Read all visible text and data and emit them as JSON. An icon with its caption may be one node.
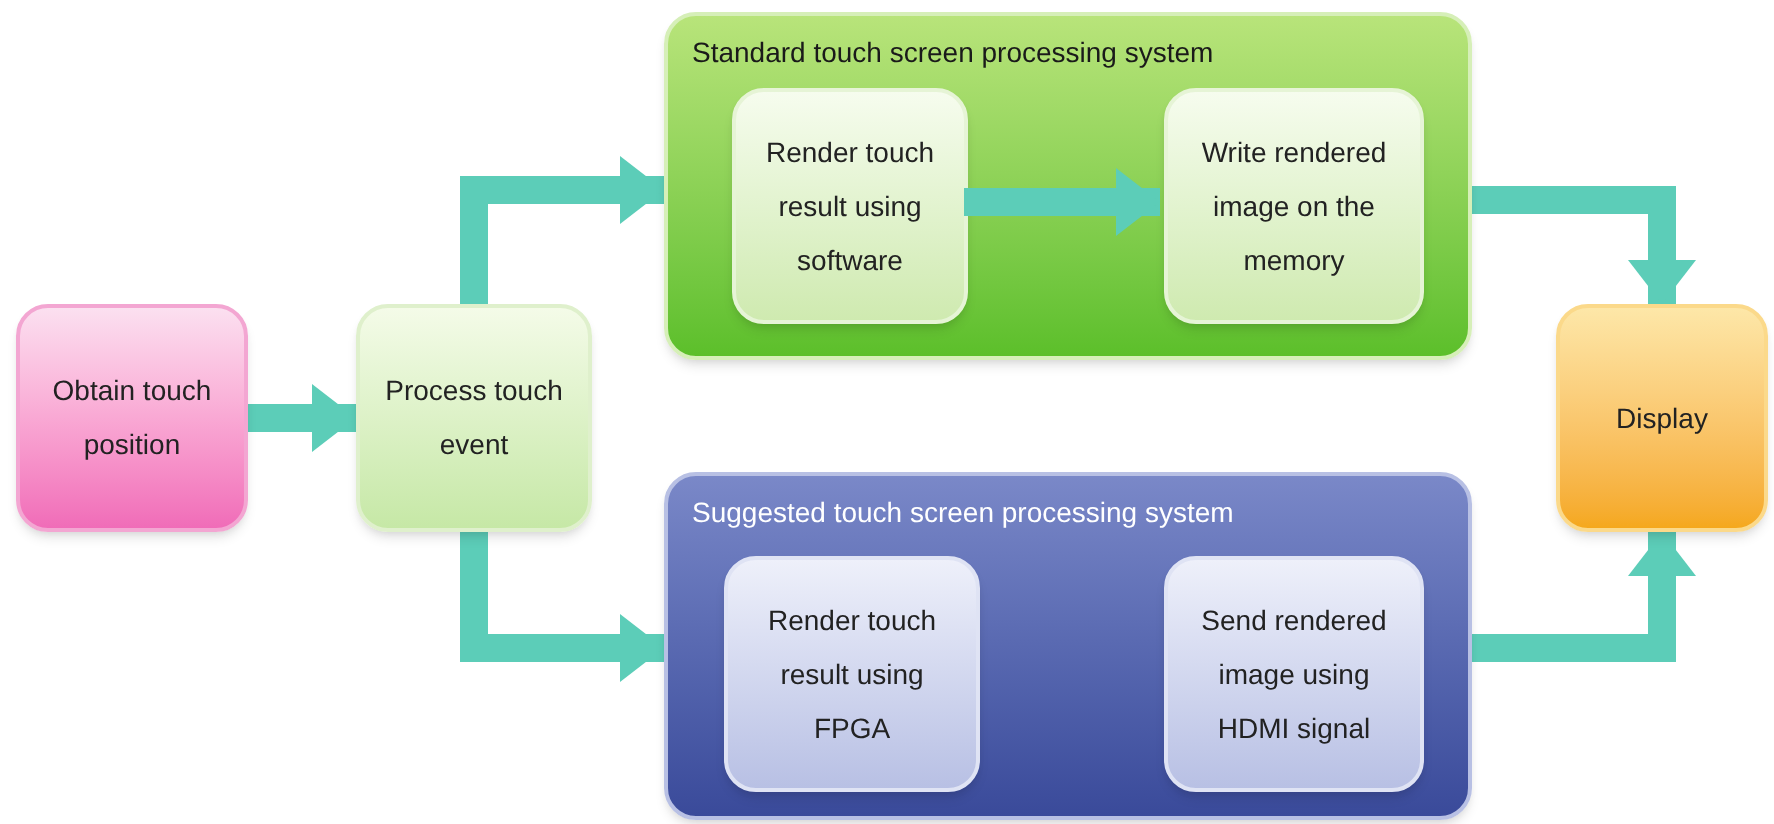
{
  "diagram": {
    "nodes": [
      {
        "text": [
          "Obtain touch position"
        ]
      },
      {
        "text": [
          "Process touch event"
        ]
      },
      {
        "text": [
          "Standard touch screen processing system"
        ]
      },
      {
        "text": [
          "Render touch result using software"
        ],
        "in": 2
      },
      {
        "text": [
          "Write rendered image on the memory"
        ],
        "in": 2
      },
      {
        "text": [
          "Suggested touch screen processing system"
        ]
      },
      {
        "text": [
          "Render touch result using FPGA"
        ],
        "in": 5
      },
      {
        "text": [
          "Send rendered image using HDMI signal"
        ],
        "in": 5
      },
      {
        "text": [
          "Display"
        ]
      }
    ],
    "edges": [
      {
        "from": 0,
        "to": 1,
        "arrow": "to"
      },
      {
        "from": 1,
        "to": 2,
        "arrow": "to"
      },
      {
        "from": 3,
        "to": 4,
        "arrow": "to"
      },
      {
        "from": 1,
        "to": 5,
        "arrow": "to"
      },
      {
        "from": 2,
        "to": 8,
        "arrow": "to"
      },
      {
        "from": 5,
        "to": 8,
        "arrow": "to"
      }
    ]
  }
}
